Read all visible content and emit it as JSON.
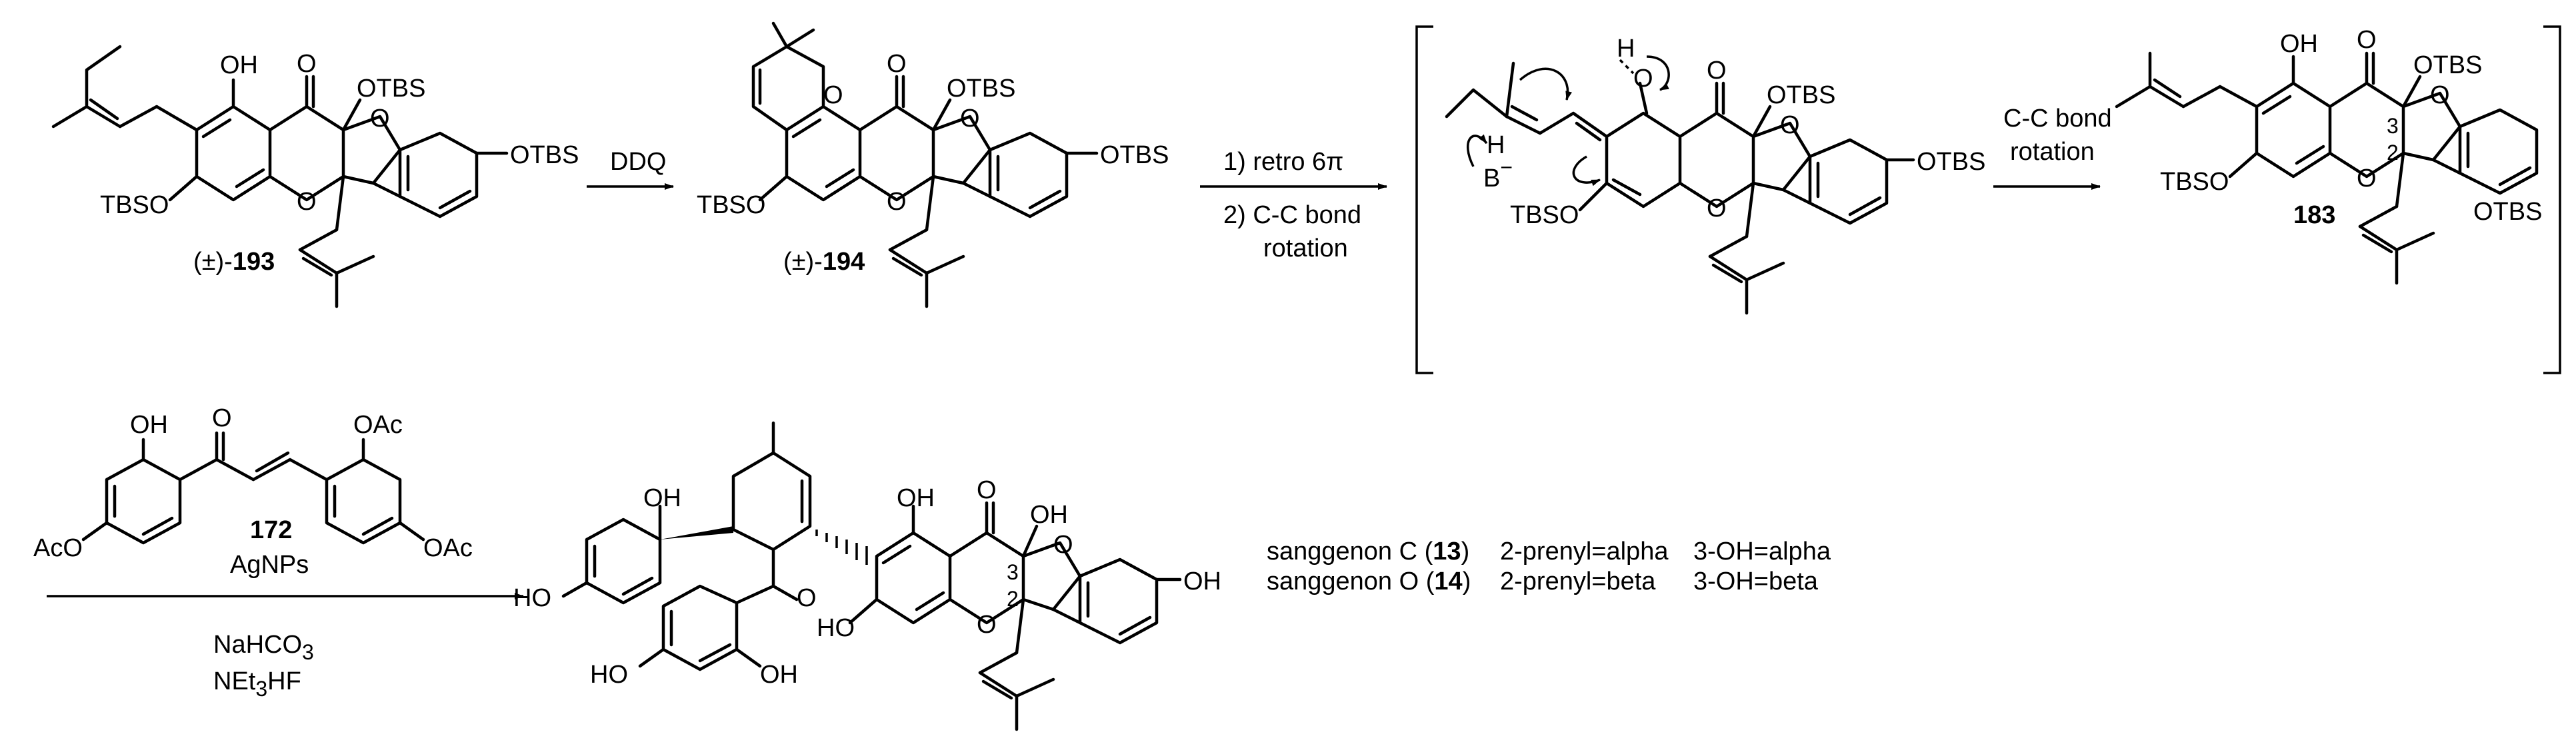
{
  "atom_labels": {
    "oh": "OH",
    "o": "O",
    "otbs": "OTBS",
    "tbso": "TBSO",
    "ho": "HO",
    "oac": "OAc",
    "aco": "AcO",
    "h": "H",
    "b_minus": "B",
    "minus": "−",
    "pos3": "3",
    "pos2": "2"
  },
  "compounds": {
    "c193": {
      "prefix": "(±)-",
      "number": "193"
    },
    "c194": {
      "prefix": "(±)-",
      "number": "194"
    },
    "c183": {
      "number": "183"
    },
    "c172": {
      "number": "172"
    }
  },
  "arrows": {
    "step1": {
      "above": "DDQ"
    },
    "step2": {
      "above_line1": "1) retro 6π",
      "below_line1": "2) C-C bond",
      "below_line2": "rotation"
    },
    "step3": {
      "above_line1": "C-C bond",
      "above_line2": "rotation"
    },
    "step4": {
      "reagent1": "AgNPs",
      "reagent2_base": "NaHCO",
      "reagent2_sub": "3",
      "reagent3_base": "NEt",
      "reagent3_sub": "3",
      "reagent3_tail": "HF"
    }
  },
  "products": [
    {
      "name": "sanggenon C (",
      "number": "13",
      "close": ")",
      "prenyl": "2-prenyl=alpha",
      "oh": "3-OH=alpha"
    },
    {
      "name": "sanggenon O (",
      "number": "14",
      "close": ")",
      "prenyl": "2-prenyl=beta",
      "oh": "3-OH=beta"
    }
  ]
}
